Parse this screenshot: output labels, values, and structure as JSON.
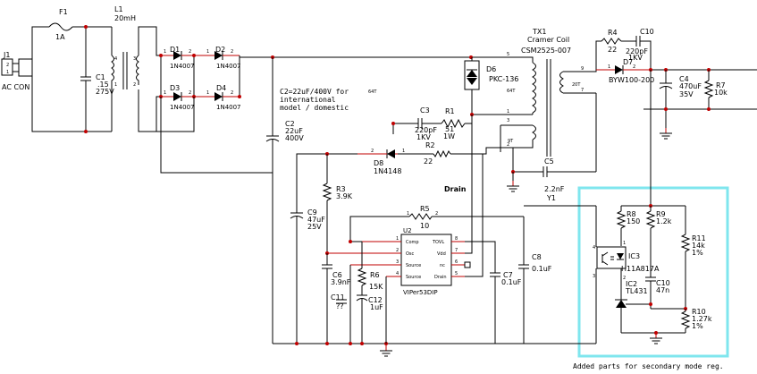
{
  "colors": {
    "wire": "#000000",
    "pin": "#c00000",
    "highlight": "#7fe6ee",
    "junction": "#c00000"
  },
  "j1": {
    "ref": "J1",
    "pins": [
      "2",
      "1"
    ],
    "name": "AC CON"
  },
  "f1": {
    "ref": "F1",
    "value": "1A"
  },
  "l1": {
    "ref": "L1",
    "value": "20mH",
    "pins": [
      "4",
      "1",
      "3",
      "2"
    ]
  },
  "c1": {
    "ref": "C1",
    "value": ".15",
    "voltage": "275V"
  },
  "bridge": [
    {
      "ref": "D1",
      "value": "1N4007"
    },
    {
      "ref": "D2",
      "value": "1N4007"
    },
    {
      "ref": "D3",
      "value": "1N4007"
    },
    {
      "ref": "D4",
      "value": "1N4007"
    }
  ],
  "bridge_pins": [
    "1",
    "2",
    "1",
    "2",
    "1",
    "2",
    "1",
    "2"
  ],
  "c2": {
    "ref": "C2",
    "value": "22uF",
    "voltage": "400V"
  },
  "c2_note": [
    "C2=22uF/400V for",
    "international",
    "model / domestic"
  ],
  "note_64t": "64T",
  "tx1": {
    "ref": "TX1",
    "maker": "Cramer Coil",
    "part": "CSM2525-007",
    "turns_pri": "64T",
    "turns_sec": "20T",
    "turns_aux": "9T",
    "pins": [
      "5",
      "2",
      "1",
      "3",
      "2",
      "9",
      "7"
    ]
  },
  "d6": {
    "ref": "D6",
    "value": "PKC-136"
  },
  "c3": {
    "ref": "C3",
    "value": "220pF",
    "voltage": "1KV"
  },
  "r1": {
    "ref": "R1",
    "value": "51",
    "power": "1W"
  },
  "r2": {
    "ref": "R2",
    "value": "22"
  },
  "d8": {
    "ref": "D8",
    "value": "1N4148",
    "pins": [
      "2",
      "1"
    ]
  },
  "r3": {
    "ref": "R3",
    "value": "3.9K"
  },
  "c9": {
    "ref": "C9",
    "value": "47uF",
    "voltage": "25V"
  },
  "drain_label": "Drain",
  "r5": {
    "ref": "R5",
    "value": "10",
    "pins": [
      "1",
      "2"
    ]
  },
  "u2": {
    "ref": "U2",
    "part": "VIPer53DIP",
    "left_pins": [
      {
        "num": "1",
        "name": "Comp"
      },
      {
        "num": "2",
        "name": "Osc"
      },
      {
        "num": "3",
        "name": "Source"
      },
      {
        "num": "4",
        "name": "Source"
      }
    ],
    "right_pins": [
      {
        "num": "8",
        "name": "TOVL"
      },
      {
        "num": "7",
        "name": "Vdd"
      },
      {
        "num": "6",
        "name": "nc"
      },
      {
        "num": "5",
        "name": "Drain"
      }
    ]
  },
  "c6": {
    "ref": "C6",
    "value": "3.9nF"
  },
  "c11": {
    "ref": "C11",
    "value": "??"
  },
  "r6": {
    "ref": "R6",
    "value": "15K"
  },
  "c12": {
    "ref": "C12",
    "value": "1uF"
  },
  "c7": {
    "ref": "C7",
    "value": "0.1uF"
  },
  "c8": {
    "ref": "C8",
    "value": "0.1uF"
  },
  "c5": {
    "ref": "C5",
    "value": "2.2nF",
    "class": "Y1"
  },
  "r4": {
    "ref": "R4",
    "value": "22"
  },
  "c10_top": {
    "ref": "C10",
    "value": "220pF",
    "voltage": "1KV"
  },
  "d7": {
    "ref": "D7",
    "value": "BYW100-200",
    "pins": [
      "1",
      "2"
    ]
  },
  "c4": {
    "ref": "C4",
    "value": "470uF",
    "voltage": "35V"
  },
  "r7": {
    "ref": "R7",
    "value": "10k"
  },
  "r8": {
    "ref": "R8",
    "value": "150"
  },
  "r9": {
    "ref": "R9",
    "value": "1.2k"
  },
  "r11": {
    "ref": "R11",
    "value": "14k",
    "tol": "1%"
  },
  "ic3": {
    "ref": "IC3",
    "part": "H11A817A",
    "pins": [
      "4",
      "3",
      "1",
      "2"
    ]
  },
  "ic2": {
    "ref": "IC2",
    "part": "TL431"
  },
  "c10_sec": {
    "ref": "C10",
    "value": "47n"
  },
  "r10": {
    "ref": "R10",
    "value": "1.27k",
    "tol": "1%"
  },
  "caption": "Added parts for secondary mode reg."
}
